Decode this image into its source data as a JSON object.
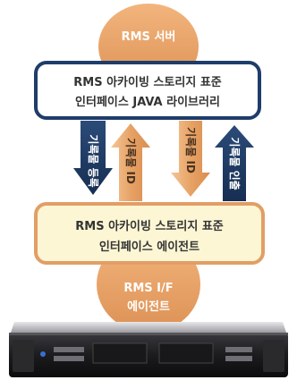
{
  "top_cloud": {
    "label": "RMS 서버"
  },
  "top_box": {
    "line1": "RMS 아카이빙 스토리지 표준",
    "line2": "인터페이스  JAVA  라이브러리"
  },
  "arrows": [
    {
      "direction": "down",
      "label": "기록물 등록",
      "color": "#1f3f66"
    },
    {
      "direction": "up",
      "label": "기록물 ID",
      "color": "#e6a060"
    },
    {
      "direction": "down",
      "label": "기록물 ID",
      "color": "#e6a060"
    },
    {
      "direction": "up",
      "label": "기록물 인출",
      "color": "#1f3f66"
    }
  ],
  "bottom_box": {
    "line1": "RMS 아카이빙 스토리지 표준",
    "line2": "인터페이스 에이전트"
  },
  "bottom_cloud": {
    "line1": "RMS I/F",
    "line2": "에이전트"
  },
  "colors": {
    "orange": "#e29e66",
    "navy": "#1f3d6a",
    "panel": "#fcf6d4",
    "server": "#1e1e20"
  }
}
